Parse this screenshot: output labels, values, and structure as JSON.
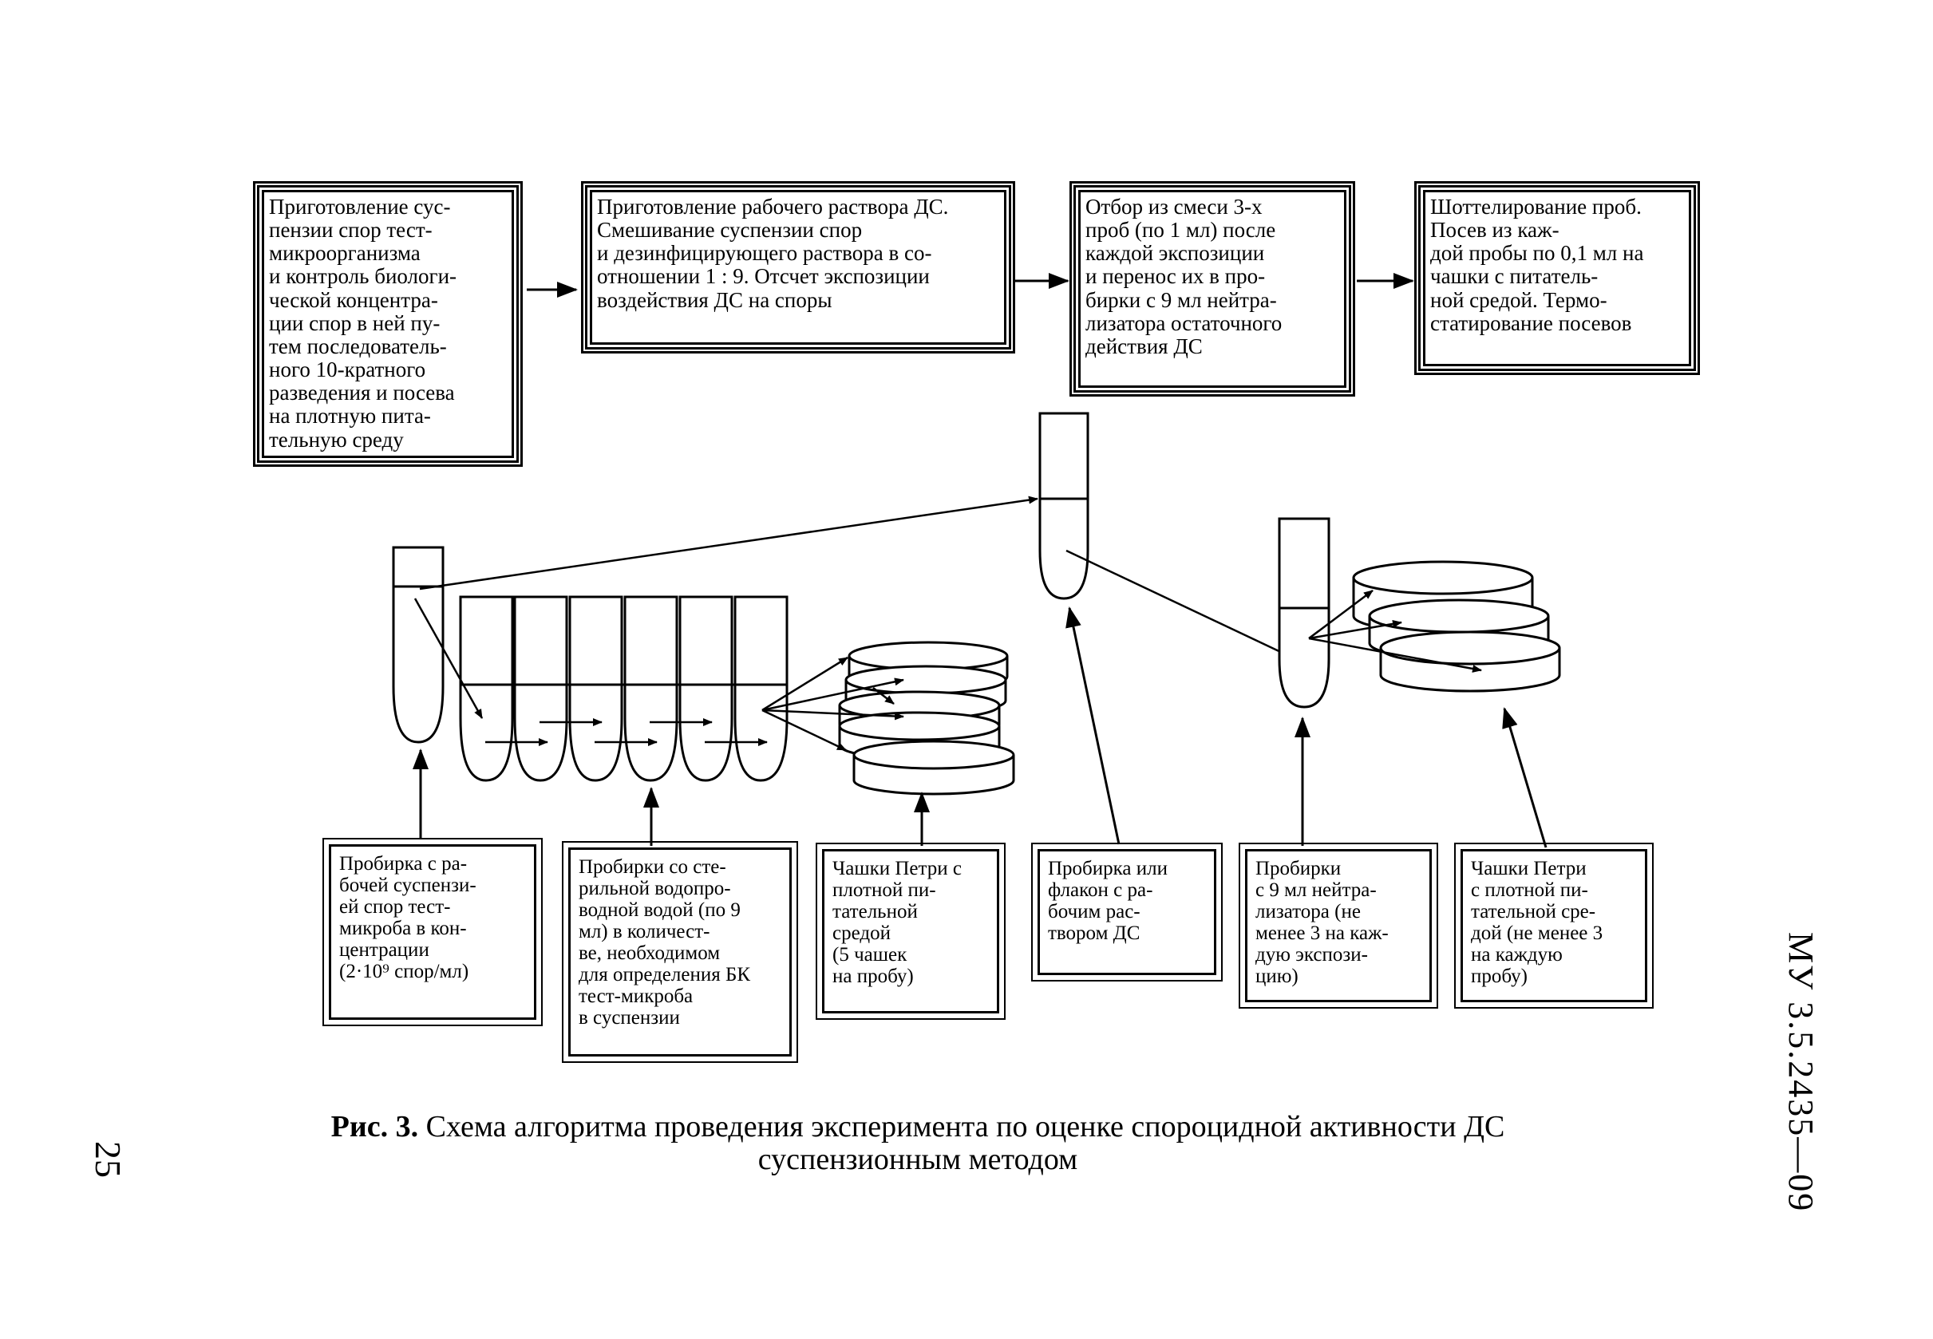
{
  "flow_boxes": [
    "Приготовление сус-\nпензии спор тест-\nмикроорганизма\nи контроль биологи-\nческой концентра-\nции спор в ней пу-\nтем последователь-\nного 10-кратного\nразведения и посева\nна плотную пита-\nтельную среду",
    "Приготовление рабочего раствора ДС.\nСмешивание суспензии спор\nи дезинфицирующего раствора в со-\nотношении 1 : 9. Отсчет экспозиции\nвоздействия ДС на споры",
    "Отбор из смеси 3-х\nпроб (по 1 мл) после\nкаждой экспозиции\nи перенос их в про-\nбирки с 9 мл нейтра-\nлизатора остаточного\nдействия ДС",
    "Шоттелирование проб.\nПосев из каж-\nдой пробы по 0,1 мл на\nчашки с питатель-\nной средой. Термо-\nстатирование посевов"
  ],
  "label_boxes": [
    "Пробирка с ра-\nбочей суспензи-\nей спор тест-\nмикроба в кон-\nцентрации\n(2·10⁹ спор/мл)",
    "Пробирки со сте-\nрильной водопро-\nводной водой (по 9\nмл) в количест-\nве, необходимом\nдля определения БК\nтест-микроба\nв суспензии",
    "Чашки Петри с\nплотной пи-\nтательной\nсредой\n(5 чашек\nна пробу)",
    "Пробирка или\nфлакон с ра-\nбочим рас-\nтвором ДС",
    "Пробирки\nс 9 мл нейтра-\nлизатора (не\nменее 3 на каж-\nдую экспози-\nцию)",
    "Чашки Петри\nс плотной пи-\nтательной сре-\nдой (не менее 3\nна каждую\nпробу)"
  ],
  "caption": {
    "prefix": "Рис. 3.",
    "text": " Схема алгоритма проведения эксперимента по оценке спороцидной активности ДС суспензионным методом"
  },
  "page_number": "25",
  "doc_id": "МУ 3.5.2435—09"
}
